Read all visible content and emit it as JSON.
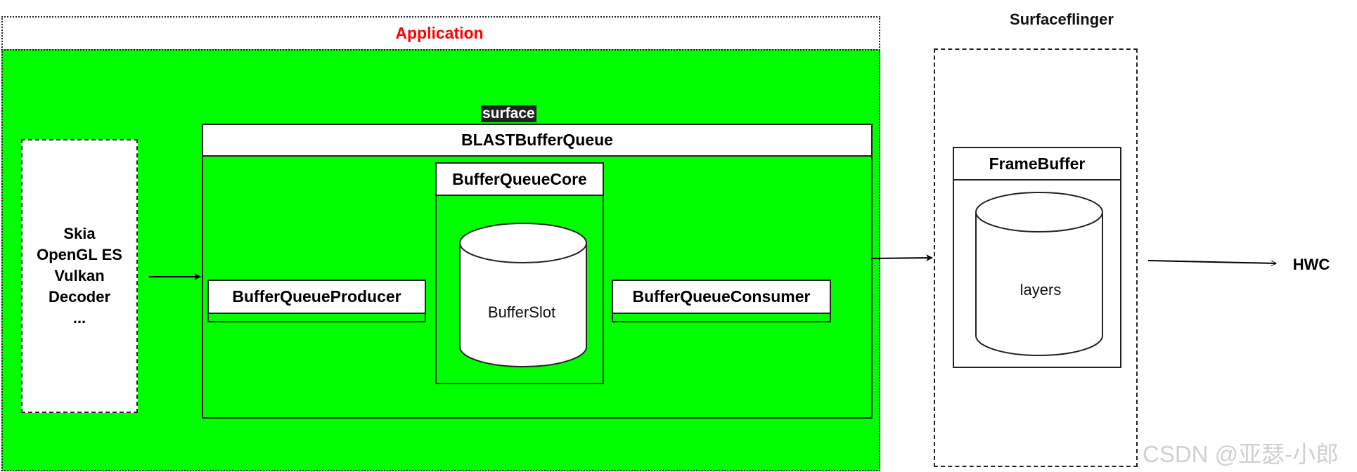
{
  "application": {
    "title": "Application",
    "title_color": "#ff0000",
    "region_color": "#00ff00"
  },
  "api": {
    "lines": [
      "Skia",
      "OpenGL ES",
      "Vulkan",
      "Decoder",
      "..."
    ]
  },
  "surface": {
    "label": "surface"
  },
  "blast": {
    "title": "BLASTBufferQueue"
  },
  "core": {
    "title": "BufferQueueCore",
    "slot_label": "BufferSlot"
  },
  "producer": {
    "title": "BufferQueueProducer"
  },
  "consumer": {
    "title": "BufferQueueConsumer"
  },
  "surfaceflinger": {
    "title": "Surfaceflinger",
    "framebuffer_title": "FrameBuffer",
    "layers_label": "layers"
  },
  "hwc": {
    "label": "HWC"
  },
  "watermark": {
    "text": "CSDN @亚瑟-小郎"
  }
}
